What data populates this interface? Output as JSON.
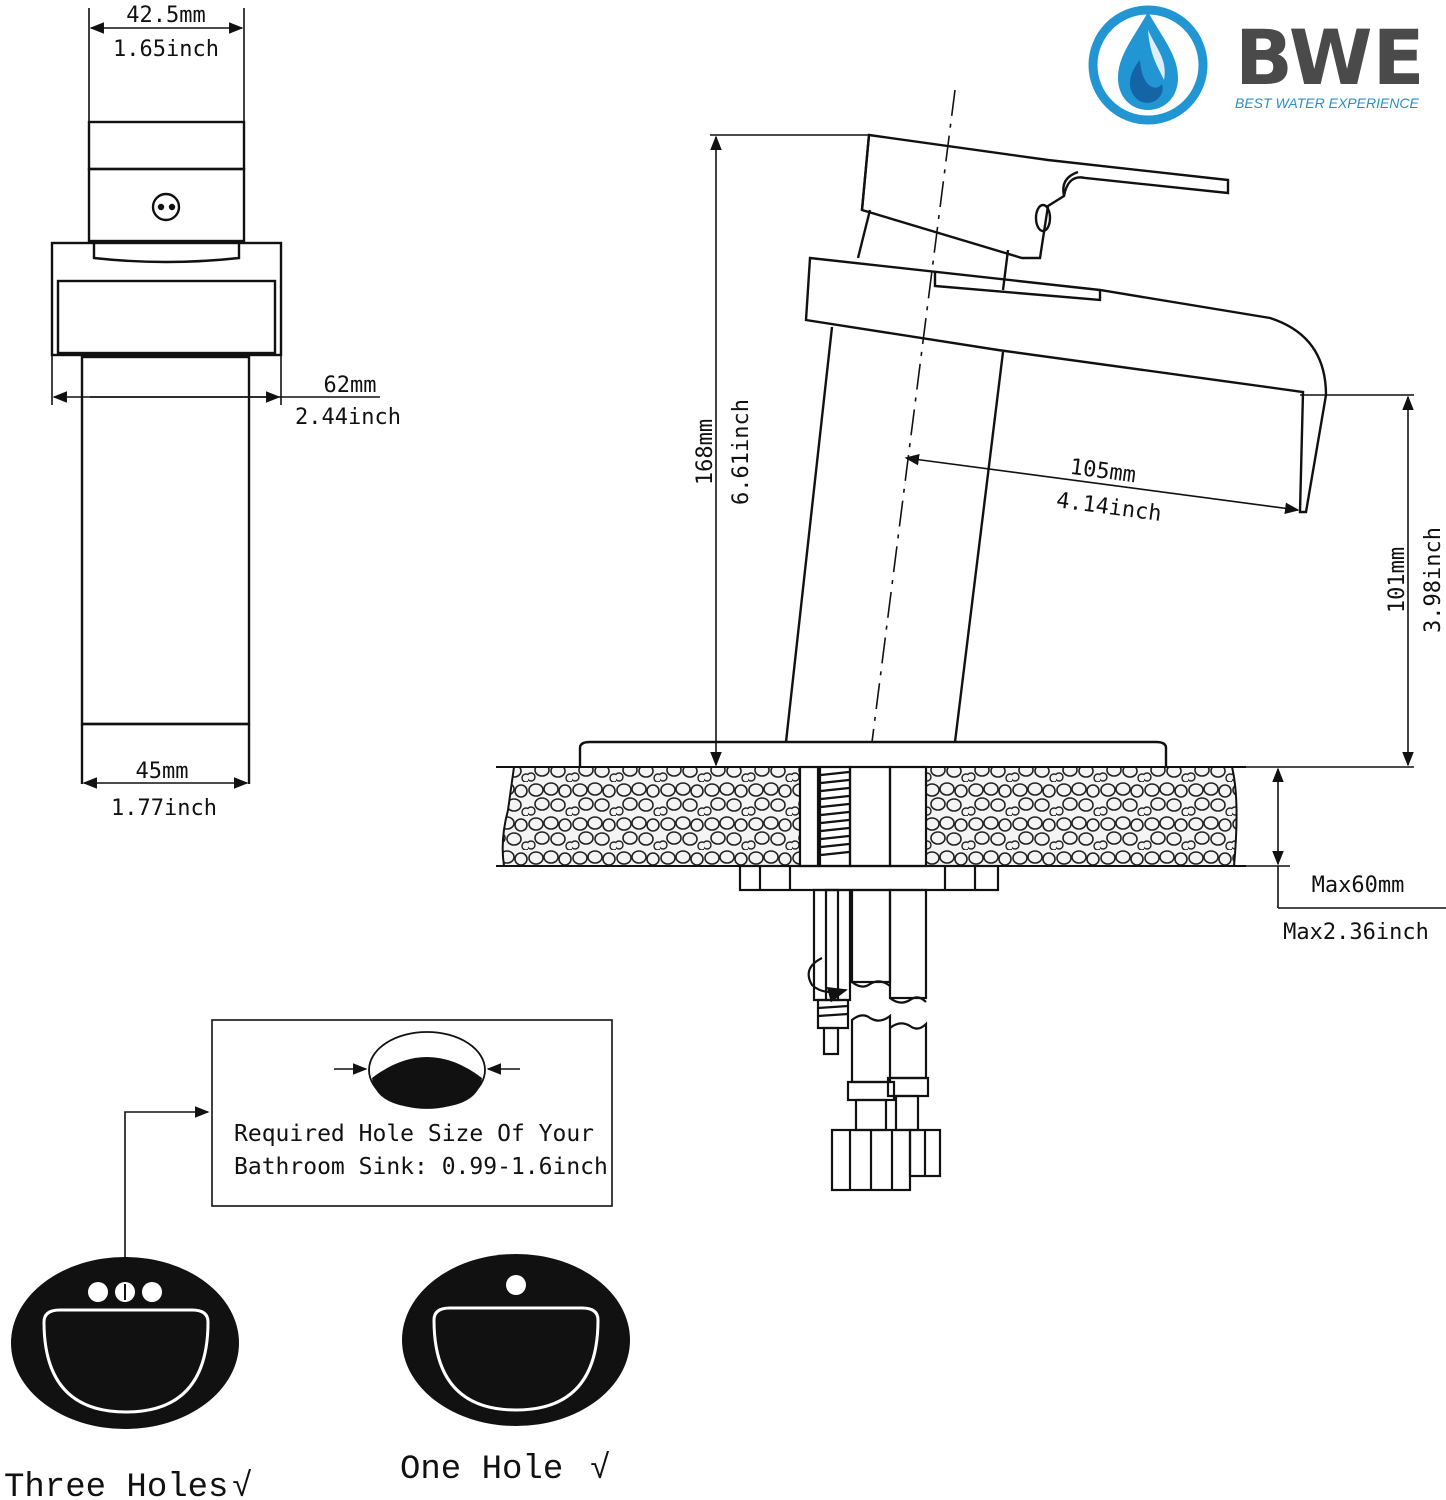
{
  "brand": {
    "name": "BWE",
    "tagline": "BEST WATER EXPERIENCE",
    "logo_blue": "#2196d3",
    "logo_dark": "#1565a6",
    "text_color": "#4a4a4a"
  },
  "front_view": {
    "top_width": {
      "mm": "42.5mm",
      "inch": "1.65inch"
    },
    "base_width": {
      "mm": "62mm",
      "inch": "2.44inch"
    },
    "body_width": {
      "mm": "45mm",
      "inch": "1.77inch"
    }
  },
  "side_view": {
    "height": {
      "mm": "168mm",
      "inch": "6.61inch"
    },
    "reach": {
      "mm": "105mm",
      "inch": "4.14inch"
    },
    "spout_height": {
      "mm": "101mm",
      "inch": "3.98inch"
    },
    "deck_max": {
      "mm": "Max60mm",
      "inch": "Max2.36inch"
    }
  },
  "hole_note": {
    "line1": "Required Hole Size Of Your",
    "line2": "Bathroom Sink: 0.99-1.6inch"
  },
  "sinks": {
    "three_holes": "Three Holes",
    "one_hole": "One Hole",
    "check": "√"
  }
}
